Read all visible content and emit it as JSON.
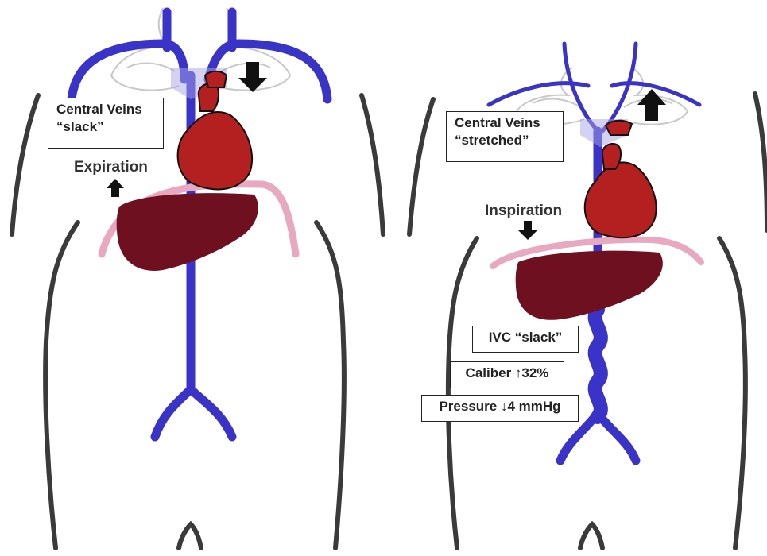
{
  "left_panel": {
    "central_veins_line1": "Central Veins",
    "central_veins_line2": "“slack”",
    "phase": "Expiration"
  },
  "right_panel": {
    "central_veins_line1": "Central Veins",
    "central_veins_line2": "“stretched”",
    "phase": "Inspiration",
    "ivc_label": "IVC “slack”",
    "caliber_label": "Caliber ↑32%",
    "pressure_label": "Pressure ↓4 mmHg"
  },
  "colors": {
    "vein": "#3a33c8",
    "heart": "#b3201f",
    "liver": "#6e1020",
    "diaphragm": "#e8a8c0",
    "outline": "#3a3a3a",
    "lung_outline": "#c8c8c8"
  },
  "icons": [
    "down-arrow-icon",
    "up-arrow-icon"
  ]
}
